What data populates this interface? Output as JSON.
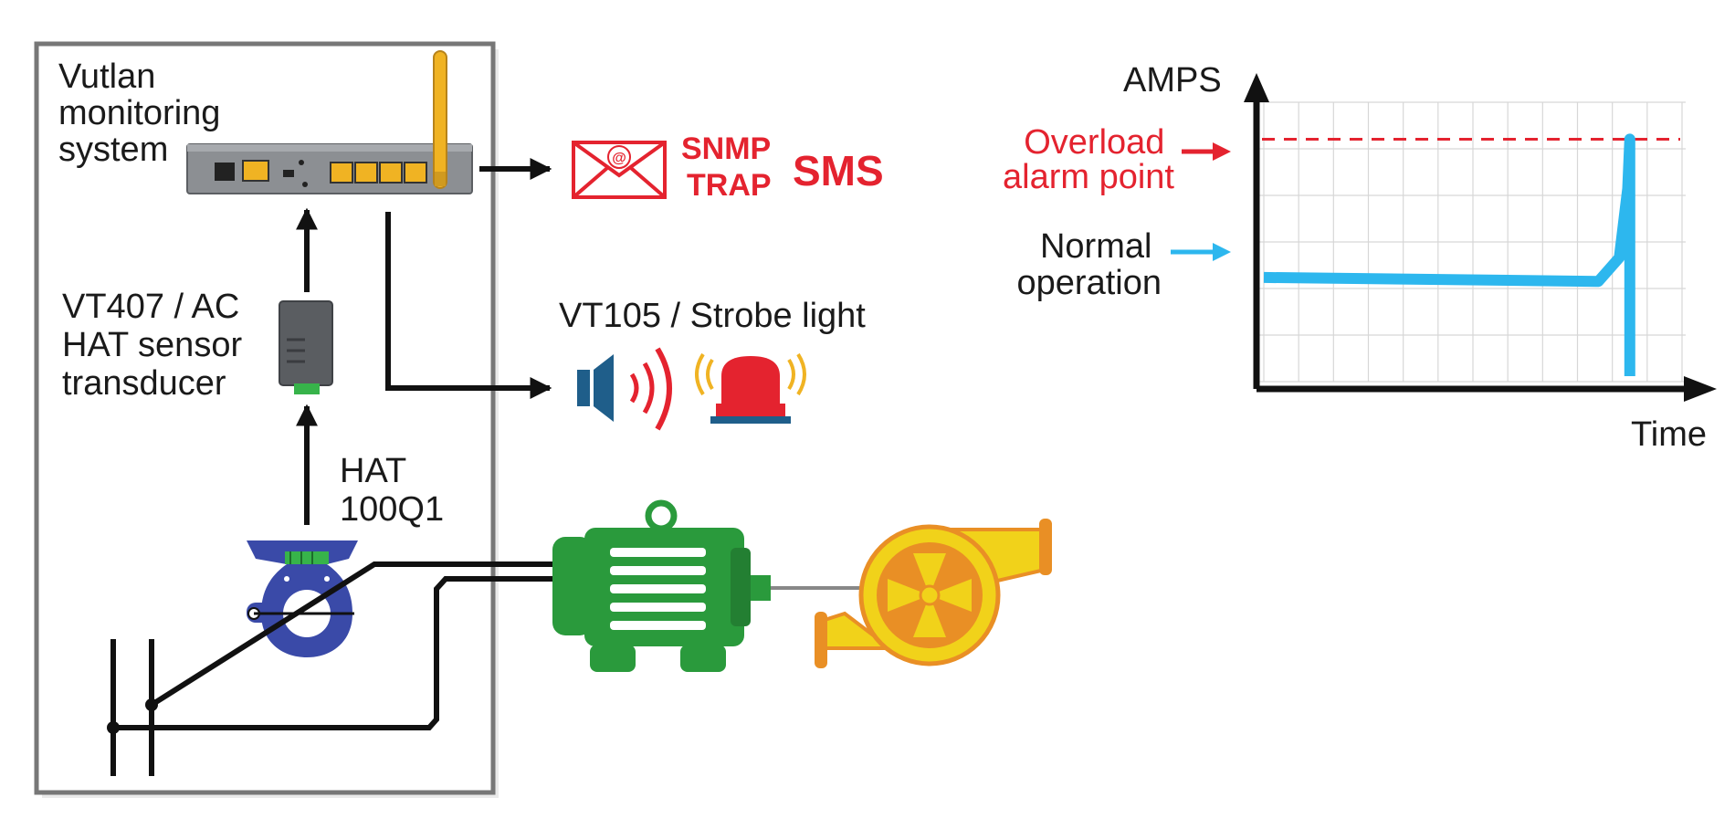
{
  "labels": {
    "system": [
      "Vutlan",
      "monitoring",
      "system"
    ],
    "sensor": [
      "VT407 / AC",
      "HAT sensor",
      "transducer"
    ],
    "hat": [
      "HAT",
      "100Q1"
    ],
    "strobe": "VT105 / Strobe light",
    "snmp": [
      "SNMP",
      "TRAP"
    ],
    "sms": "SMS"
  },
  "chart_labels": {
    "overload": [
      "Overload",
      "alarm point"
    ],
    "normal": [
      "Normal",
      "operation"
    ]
  },
  "chart_data": {
    "type": "line",
    "title": "",
    "xlabel": "Time",
    "ylabel": "AMPS",
    "grid": true,
    "series": [
      {
        "values": [
          [
            0,
            0.5
          ],
          [
            0.8,
            0.48
          ],
          [
            0.85,
            0.6
          ],
          [
            0.87,
            0.95
          ],
          [
            0.875,
            1.2
          ],
          [
            0.875,
            0.0
          ]
        ]
      }
    ],
    "reference_lines": [
      {
        "label": "Overload alarm point",
        "y": 1.2,
        "style": "dashed",
        "color": "#e4232f"
      }
    ],
    "colors": {
      "series": "#2db7ee",
      "threshold": "#e4232f"
    }
  },
  "colors": {
    "alert": "#e4232f",
    "series": "#2db7ee",
    "motor": "#2a9a3c",
    "sensor_clamp": "#3a4aa8",
    "pump": "#f1d21a",
    "pump_accent": "#e98f25",
    "antenna": "#f0b323"
  },
  "icons": [
    "envelope-icon",
    "speaker-icon",
    "strobe-light-icon",
    "motor-icon",
    "pump-icon",
    "current-clamp-icon",
    "antenna-icon"
  ]
}
